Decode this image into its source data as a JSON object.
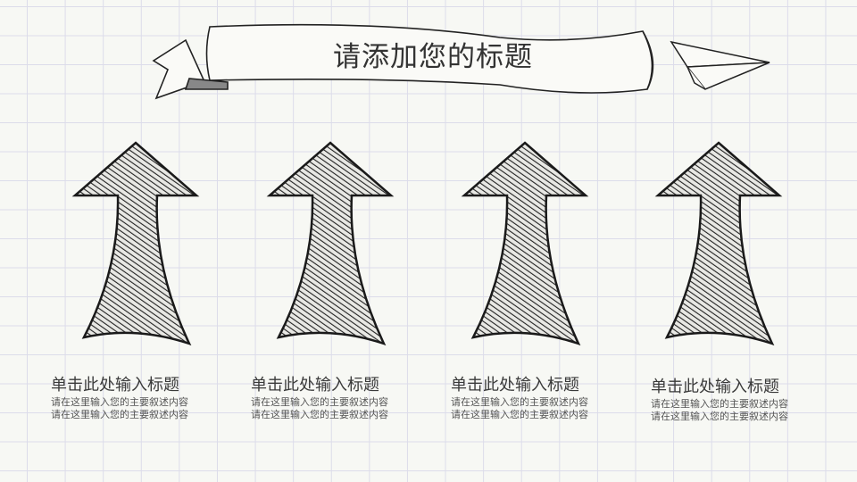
{
  "title": "请添加您的标题",
  "items": [
    {
      "heading": "单击此处输入标题",
      "lines": [
        "请在这里输入您的主要叙述内容",
        "请在这里输入您的主要叙述内容"
      ]
    },
    {
      "heading": "单击此处输入标题",
      "lines": [
        "请在这里输入您的主要叙述内容",
        "请在这里输入您的主要叙述内容"
      ]
    },
    {
      "heading": "单击此处输入标题",
      "lines": [
        "请在这里输入您的主要叙述内容",
        "请在这里输入您的主要叙述内容"
      ]
    },
    {
      "heading": "单击此处输入标题",
      "lines": [
        "请在这里输入您的主要叙述内容",
        "请在这里输入您的主要叙述内容"
      ]
    }
  ]
}
